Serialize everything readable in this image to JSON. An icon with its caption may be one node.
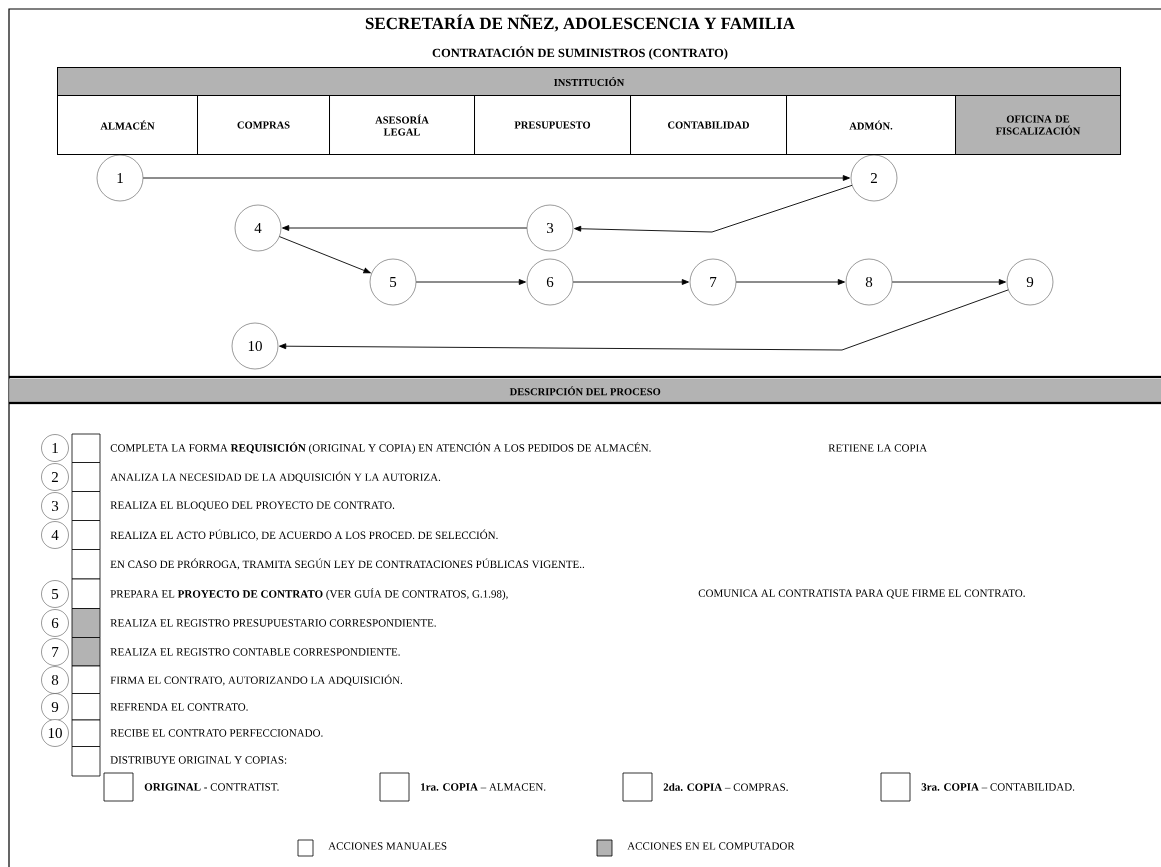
{
  "diagram": {
    "title": "SECRETARÍA DE NÑEZ, ADOLESCENCIA Y FAMILIA",
    "nodes": [
      {
        "text": [
          "INSTITUCIÓN"
        ]
      },
      {
        "text": [
          "ALMACÉN"
        ]
      },
      {
        "text": [
          "COMPRAS"
        ]
      },
      {
        "text": [
          "ASESORÍA LEGAL"
        ]
      },
      {
        "text": [
          "PRESUPUESTO"
        ]
      },
      {
        "text": [
          "CONTABILIDAD"
        ]
      },
      {
        "text": [
          "ADMÓN."
        ]
      },
      {
        "text": [
          "OFICINA DE FISCALIZACIÓN"
        ]
      },
      {
        "text": [
          "1"
        ]
      },
      {
        "text": [
          "2"
        ]
      },
      {
        "text": [
          "3"
        ]
      },
      {
        "text": [
          "4"
        ]
      },
      {
        "text": [
          "5"
        ]
      },
      {
        "text": [
          "6"
        ]
      },
      {
        "text": [
          "7"
        ]
      },
      {
        "text": [
          "8"
        ]
      },
      {
        "text": [
          "9"
        ]
      },
      {
        "text": [
          "10"
        ]
      },
      {
        "text": [
          "DESCRIPCIÓN DEL PROCESO"
        ]
      },
      {
        "text": [
          "1"
        ],
        "beside": [
          "COMPLETA LA FORMA **REQUISICIÓN** (ORIGINAL Y COPIA) EN ATENCIÓN A LOS PEDIDOS DE ALMACÉN."
        ]
      },
      {
        "text": [
          "2"
        ],
        "beside": [
          "ANALIZA LA NECESIDAD DE LA ADQUISICIÓN Y LA AUTORIZA."
        ]
      },
      {
        "text": [
          "3"
        ],
        "beside": [
          "REALIZA EL BLOQUEO DEL PROYECTO DE CONTRATO."
        ]
      },
      {
        "text": [
          "4"
        ],
        "beside": [
          "REALIZA EL ACTO PÚBLICO, DE ACUERDO A LOS PROCED. DE SELECCIÓN."
        ]
      },
      {
        "text": [
          "5"
        ],
        "beside": [
          "PREPARA EL **PROYECTO DE CONTRATO** (VER GUÍA DE CONTRATOS, G.1.98),"
        ]
      },
      {
        "text": [
          "6"
        ],
        "beside": [
          "REALIZA EL REGISTRO PRESUPUESTARIO CORRESPONDIENTE."
        ]
      },
      {
        "text": [
          "7"
        ],
        "beside": [
          "REALIZA EL REGISTRO CONTABLE CORRESPONDIENTE."
        ]
      },
      {
        "text": [
          "8"
        ],
        "beside": [
          "FIRMA EL CONTRATO, AUTORIZANDO LA ADQUISICIÓN."
        ]
      },
      {
        "text": [
          "9"
        ],
        "beside": [
          "REFRENDA EL CONTRATO."
        ]
      },
      {
        "text": [
          "10"
        ],
        "beside": [
          "RECIBE EL CONTRATO PERFECCIONADO."
        ]
      }
    ],
    "edges": [
      {
        "from": 8,
        "to": 9,
        "arrow": "to"
      },
      {
        "from": 9,
        "to": 10,
        "arrow": "to"
      },
      {
        "from": 10,
        "to": 11,
        "arrow": "to"
      },
      {
        "from": 11,
        "to": 12,
        "arrow": "to"
      },
      {
        "from": 12,
        "to": 13,
        "arrow": "to"
      },
      {
        "from": 13,
        "to": 14,
        "arrow": "to"
      },
      {
        "from": 14,
        "to": 15,
        "arrow": "to"
      },
      {
        "from": 15,
        "to": 16,
        "arrow": "to"
      },
      {
        "from": 16,
        "to": 17,
        "arrow": "to"
      }
    ],
    "labels": [
      "CONTRATACIÓN DE SUMINISTROS (CONTRATO)",
      "RETIENE LA COPIA",
      "EN CASO DE  PRÓRROGA, TRAMITA SEGÚN LEY DE CONTRATACIONES PÚBLICAS VIGENTE..",
      "COMUNICA AL CONTRATISTA PARA QUE FIRME EL CONTRATO.",
      "DISTRIBUYE ORIGINAL Y COPIAS:",
      "**ORIGINAL -** CONTRATIST.",
      "**1ra. COPIA** – ALMACEN.",
      "**2da. COPIA** – COMPRAS.",
      "**3ra. COPIA** – CONTABILIDAD."
    ],
    "legend": [
      {
        "text": "ACCIONES MANUALES"
      },
      {
        "text": "ACCIONES EN EL COMPUTADOR",
        "color": "#b3b3b3"
      }
    ]
  }
}
